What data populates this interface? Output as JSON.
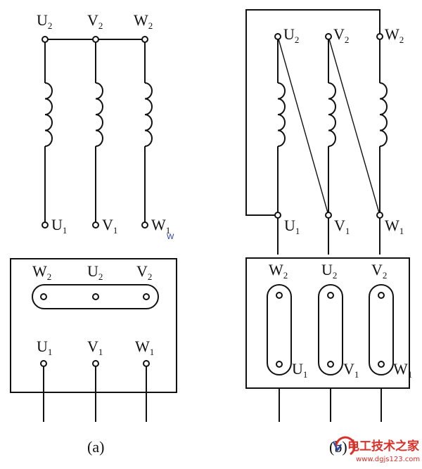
{
  "figure_a": {
    "caption": "(a)",
    "top_terminals": [
      {
        "letter": "U",
        "sub": "2"
      },
      {
        "letter": "V",
        "sub": "2"
      },
      {
        "letter": "W",
        "sub": "2"
      }
    ],
    "bottom_terminals": [
      {
        "letter": "U",
        "sub": "1"
      },
      {
        "letter": "V",
        "sub": "1"
      },
      {
        "letter": "W",
        "sub": "1"
      }
    ],
    "box_top_labels": [
      {
        "letter": "W",
        "sub": "2"
      },
      {
        "letter": "U",
        "sub": "2"
      },
      {
        "letter": "V",
        "sub": "2"
      }
    ],
    "box_bottom_labels": [
      {
        "letter": "U",
        "sub": "1"
      },
      {
        "letter": "V",
        "sub": "1"
      },
      {
        "letter": "W",
        "sub": "1"
      }
    ]
  },
  "figure_b": {
    "caption": "(b)",
    "top_terminals": [
      {
        "letter": "U",
        "sub": "2"
      },
      {
        "letter": "V",
        "sub": "2"
      },
      {
        "letter": "W",
        "sub": "2"
      }
    ],
    "bottom_terminals": [
      {
        "letter": "U",
        "sub": "1"
      },
      {
        "letter": "V",
        "sub": "1"
      },
      {
        "letter": "W",
        "sub": "1"
      }
    ],
    "box_top_labels": [
      {
        "letter": "W",
        "sub": "2"
      },
      {
        "letter": "U",
        "sub": "2"
      },
      {
        "letter": "V",
        "sub": "2"
      }
    ],
    "box_bottom_labels": [
      {
        "letter": "U",
        "sub": "1"
      },
      {
        "letter": "V",
        "sub": "1"
      },
      {
        "letter": "W",
        "sub": "1"
      }
    ]
  },
  "stray_mark": "W",
  "watermark": {
    "text": "电工技术之家",
    "url": "www.dgjs123.com"
  }
}
